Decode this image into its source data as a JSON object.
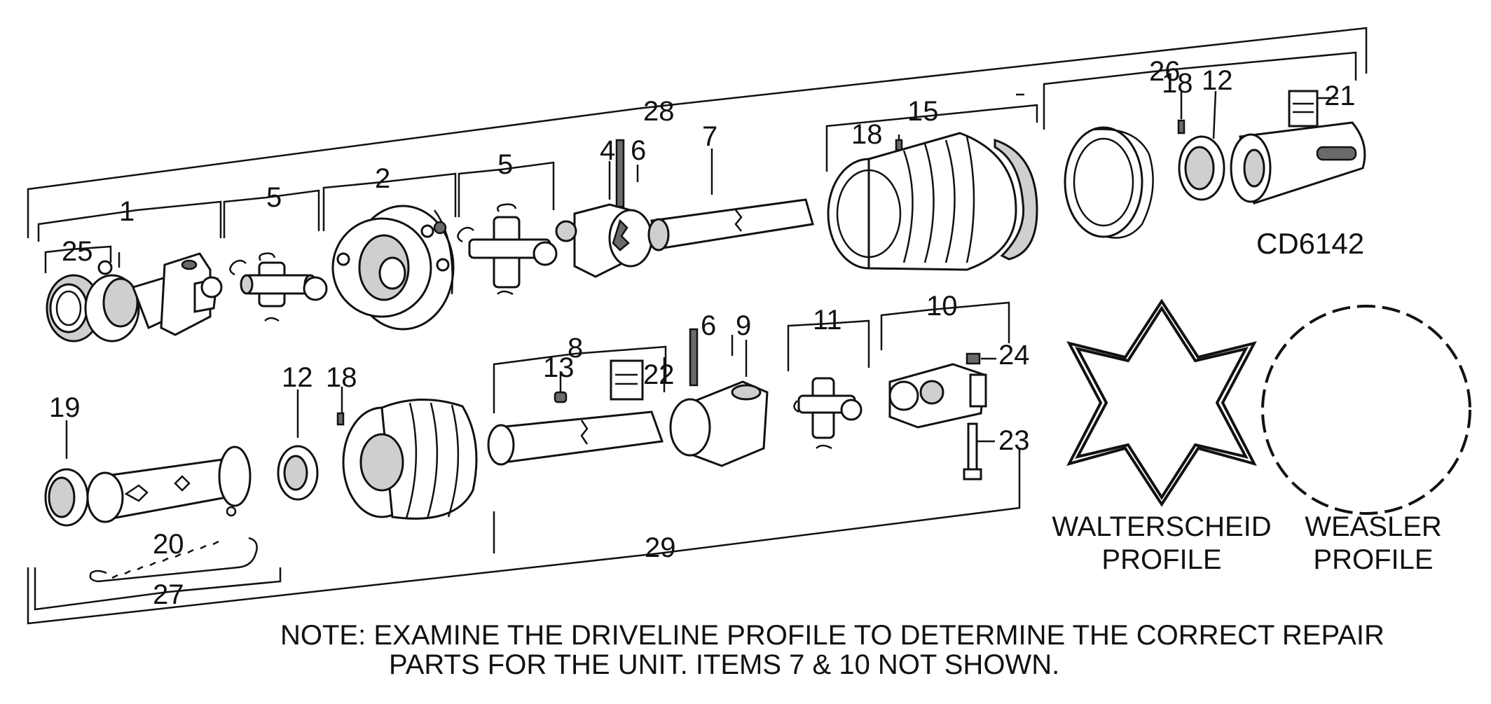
{
  "drawing_code": "CD6142",
  "callouts": [
    "1",
    "2",
    "4",
    "5",
    "5",
    "6",
    "6",
    "7",
    "8",
    "9",
    "10",
    "11",
    "12",
    "12",
    "13",
    "15",
    "18",
    "18",
    "18",
    "19",
    "20",
    "21",
    "22",
    "23",
    "24",
    "25",
    "26",
    "27",
    "28",
    "29"
  ],
  "profiles": {
    "walterscheid": [
      "WALTERSCHEID",
      "PROFILE"
    ],
    "weasler": [
      "WEASLER",
      "PROFILE"
    ]
  },
  "note": {
    "line1": "NOTE: EXAMINE THE DRIVELINE PROFILE TO DETERMINE THE CORRECT REPAIR",
    "line2": "PARTS FOR THE UNIT. ITEMS 7 & 10 NOT SHOWN."
  }
}
